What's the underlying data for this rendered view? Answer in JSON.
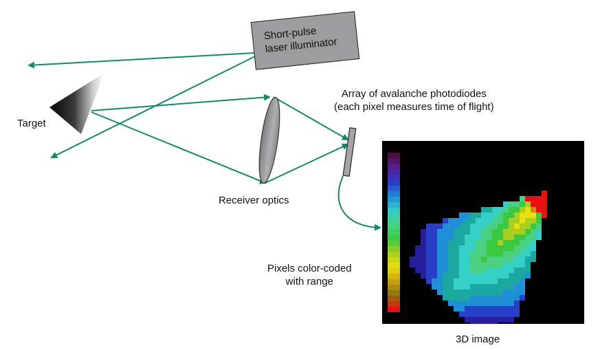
{
  "labels": {
    "laser": [
      "Short-pulse",
      "laser illuminator"
    ],
    "array": [
      "Array of avalanche photodiodes",
      "(each pixel measures time of flight)"
    ],
    "target": "Target",
    "receiver": "Receiver optics",
    "pixels": [
      "Pixels color-coded",
      "with range"
    ],
    "image": "3D image"
  },
  "colors": {
    "beam": "#16876a",
    "laser_box": "#9d9d9f",
    "detector": "#a5a5a7",
    "image_bg": "#000000"
  },
  "colorbar_stops": [
    "#4a1040",
    "#5a1f9a",
    "#2a3fc8",
    "#1f8fd8",
    "#35d0c8",
    "#4ad080",
    "#3cc840",
    "#a8d020",
    "#e8e010",
    "#c8a010",
    "#887010",
    "#e81010"
  ]
}
